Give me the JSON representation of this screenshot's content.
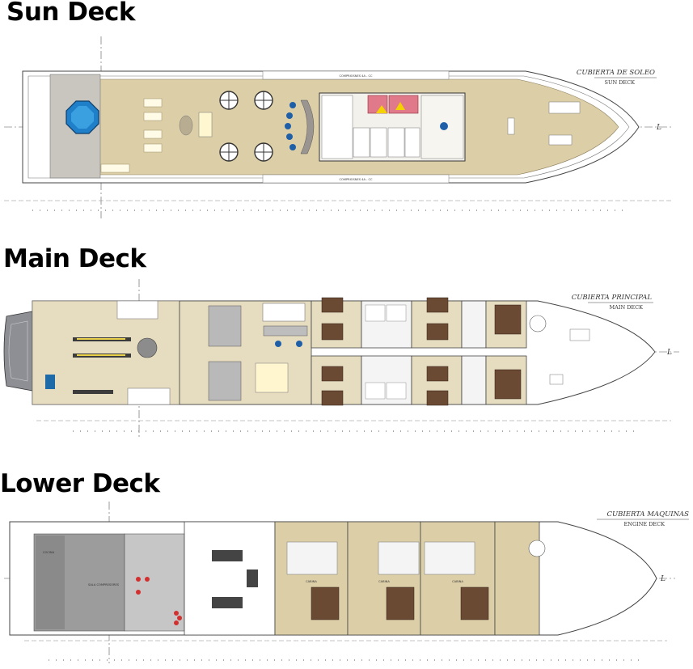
{
  "decks": {
    "sun": {
      "title": "Sun Deck",
      "caption_es": "CUBIERTA DE SOLEO",
      "caption_en": "SUN DECK",
      "stern_labels": [
        "COMPRIOSNES 4A - CC",
        "COMPRIOSNES 4A - CC"
      ]
    },
    "main": {
      "title": "Main Deck",
      "caption_es": "CUBIERTA PRINCIPAL",
      "caption_en": "MAIN DECK"
    },
    "lower": {
      "title": "Lower Deck",
      "caption_es": "CUBIERTA MAQUINAS",
      "caption_en": "ENGINE DECK",
      "room_labels": [
        "COCINA",
        "SALA COMPRESORES",
        "CABINA",
        "CABINA",
        "CABINA"
      ]
    }
  },
  "colors": {
    "wood": "#dccfa8",
    "wood_light": "#e6dcc0",
    "floor_grey": "#d9d6d2",
    "kitchen_grey": "#9c9c9c",
    "pool_blue": "#1f7fc9",
    "bed_brown": "#6b4a34",
    "jacuzzi_red": "#e07a8a",
    "chair_blue": "#1e5fa8",
    "line": "#555555"
  }
}
